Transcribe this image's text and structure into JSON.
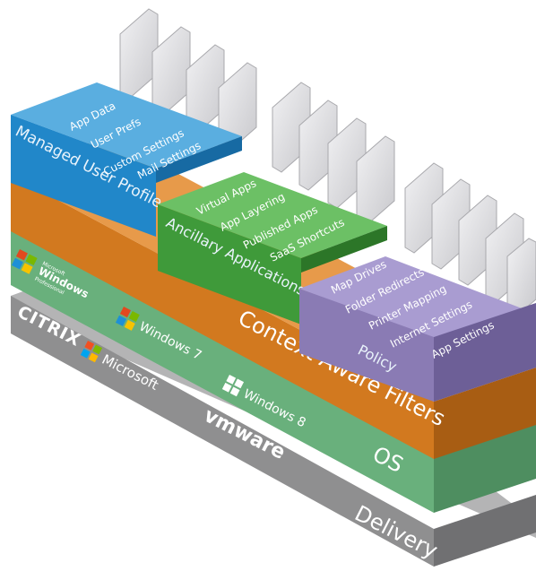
{
  "layers": {
    "delivery": {
      "label": "Delivery",
      "vendors": {
        "citrix": "CITRIX",
        "vmware": "vmware"
      }
    },
    "os": {
      "label": "OS",
      "vendors": {
        "winxp_small": "Microsoft",
        "winxp_brand": "Windows",
        "winxp_edition": "Professional",
        "win7": "Windows 7",
        "microsoft": "Microsoft",
        "win8": "Windows 8"
      }
    },
    "context": {
      "label": "Context Aware Filters"
    },
    "profile": {
      "label": "Managed User Profile",
      "items": [
        "App Data",
        "User Prefs",
        "Custom Settings",
        "Mail Settings"
      ]
    },
    "apps": {
      "label": "Ancillary Applications",
      "items": [
        "Virtual Apps",
        "App Layering",
        "Published Apps",
        "SaaS Shortcuts"
      ]
    },
    "policy": {
      "label": "Policy",
      "items": [
        "Map Drives",
        "Folder Redirects",
        "Printer Mapping",
        "Internet Settings",
        "App Settings"
      ]
    }
  },
  "colors": {
    "delivery": "#8f8f90",
    "os": "#69b07c",
    "context": "#d2791f",
    "profile": "#2187c9",
    "apps": "#3f9a3a",
    "policy": "#8a7bb4",
    "page": "#d9d9dc"
  }
}
